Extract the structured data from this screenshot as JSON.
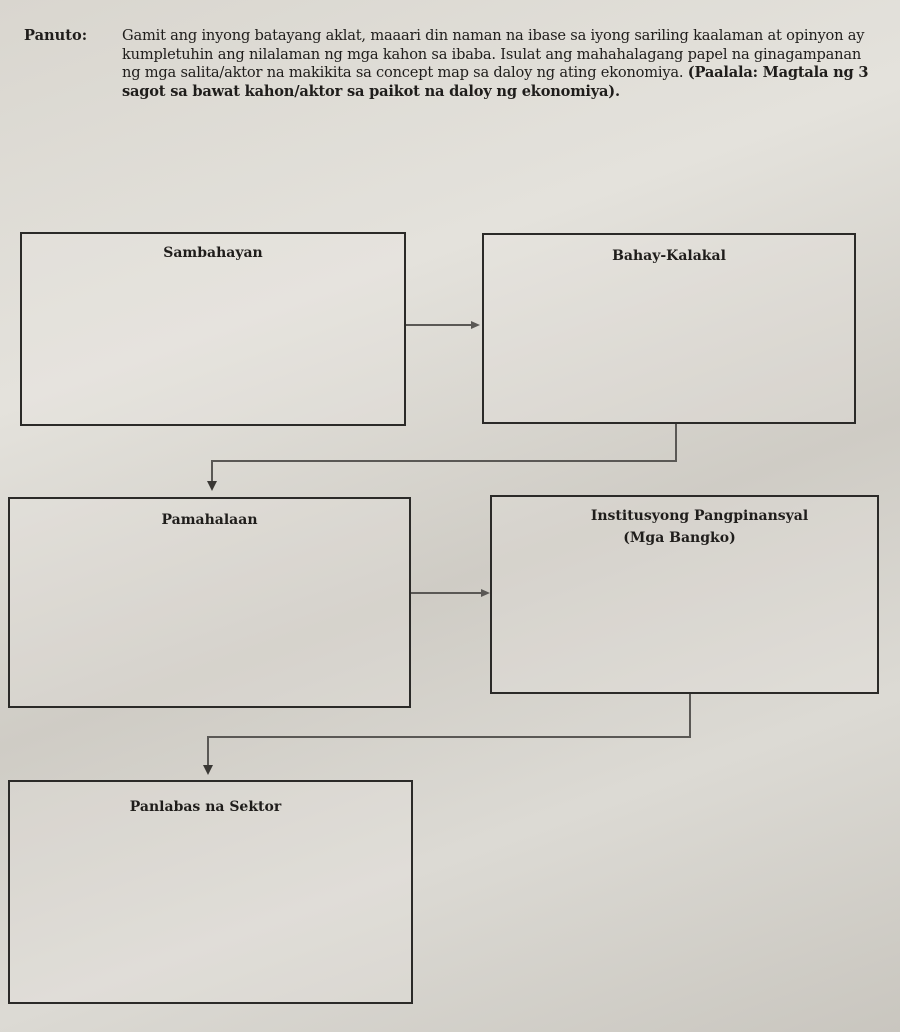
{
  "instructions": {
    "label": "Panuto:",
    "text": "Gamit ang inyong batayang aklat, maaari din naman na ibase sa iyong sariling kaalaman at opinyon ay kumpletuhin ang nilalaman ng mga kahon sa ibaba. Isulat ang mahahalagang papel na ginagampanan ng mga salita/aktor na makikita sa concept map sa daloy ng ating ekonomiya.",
    "note": "(Paalala: Magtala ng 3 sagot sa bawat kahon/aktor sa paikot na daloy ng ekonomiya)."
  },
  "boxes": [
    {
      "title": "Sambahayan"
    },
    {
      "title": "Bahay-Kalakal"
    },
    {
      "title": "Pamahalaan"
    },
    {
      "title": "Institusyong Pangpinansyal",
      "subtitle": "(Mga Bangko)"
    },
    {
      "title": "Panlabas na Sektor"
    }
  ]
}
